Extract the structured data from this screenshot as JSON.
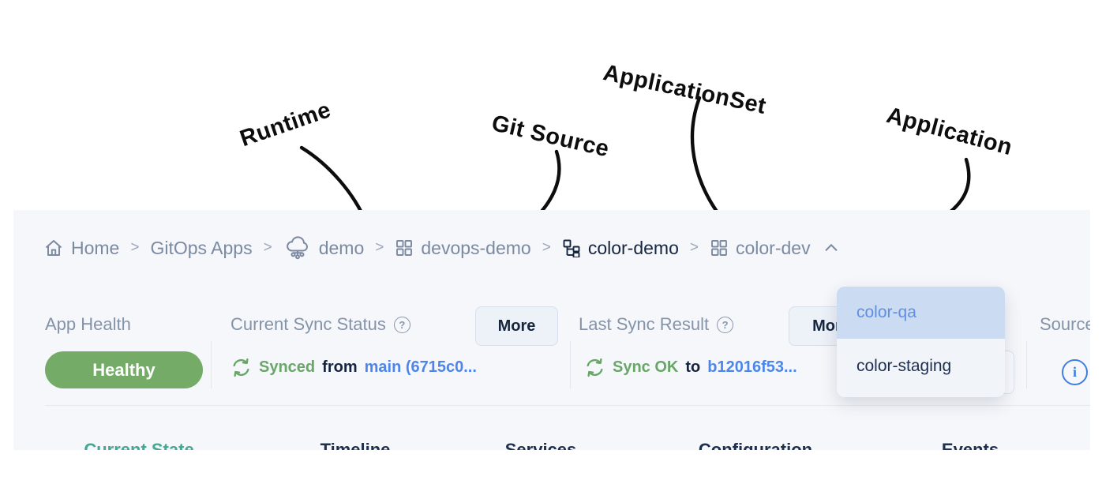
{
  "annotations": {
    "runtime": "Runtime",
    "git_source": "Git Source",
    "application_set": "ApplicationSet",
    "application": "Application"
  },
  "breadcrumb": {
    "separator": ">",
    "items": [
      {
        "label": "Home"
      },
      {
        "label": "GitOps Apps"
      },
      {
        "label": "demo"
      },
      {
        "label": "devops-demo"
      },
      {
        "label": "color-demo"
      },
      {
        "label": "color-dev"
      }
    ]
  },
  "status": {
    "app_health": {
      "label": "App Health",
      "value": "Healthy"
    },
    "current_sync": {
      "label": "Current Sync Status",
      "more_label": "More",
      "state": "Synced",
      "connector": "from",
      "revision": "main (6715c0..."
    },
    "last_sync": {
      "label": "Last Sync Result",
      "more_label": "More",
      "state": "Sync OK",
      "connector": "to",
      "revision": "b12016f53..."
    },
    "source": {
      "label": "Source"
    }
  },
  "app_dropdown": {
    "items": [
      {
        "label": "color-qa"
      },
      {
        "label": "color-staging"
      }
    ]
  },
  "tabs": [
    {
      "label": "Current State"
    },
    {
      "label": "Timeline"
    },
    {
      "label": "Services"
    },
    {
      "label": "Configuration"
    },
    {
      "label": "Events"
    }
  ],
  "icons": {
    "help_glyph": "?",
    "info_glyph": "i"
  },
  "colors": {
    "panel_bg": "#f6f7fb",
    "breadcrumb_text": "#7b8aa1",
    "breadcrumb_active_text": "#16263f",
    "healthy_green": "#74ac67",
    "sync_green": "#69a668",
    "link_blue": "#4d86e8",
    "dark_navy": "#16243e",
    "label_slate": "#8493a8",
    "more_button_bg": "#edf1f8",
    "dropdown_highlight_bg": "#cbdcf2",
    "dropdown_highlight_text": "#5e8fe6",
    "dropdown_item_text": "#1d3051",
    "tab_active_teal": "#44a894",
    "tab_text": "#1e3050",
    "info_blue": "#3e7fde",
    "annotation_black": "#0d0d0d"
  }
}
